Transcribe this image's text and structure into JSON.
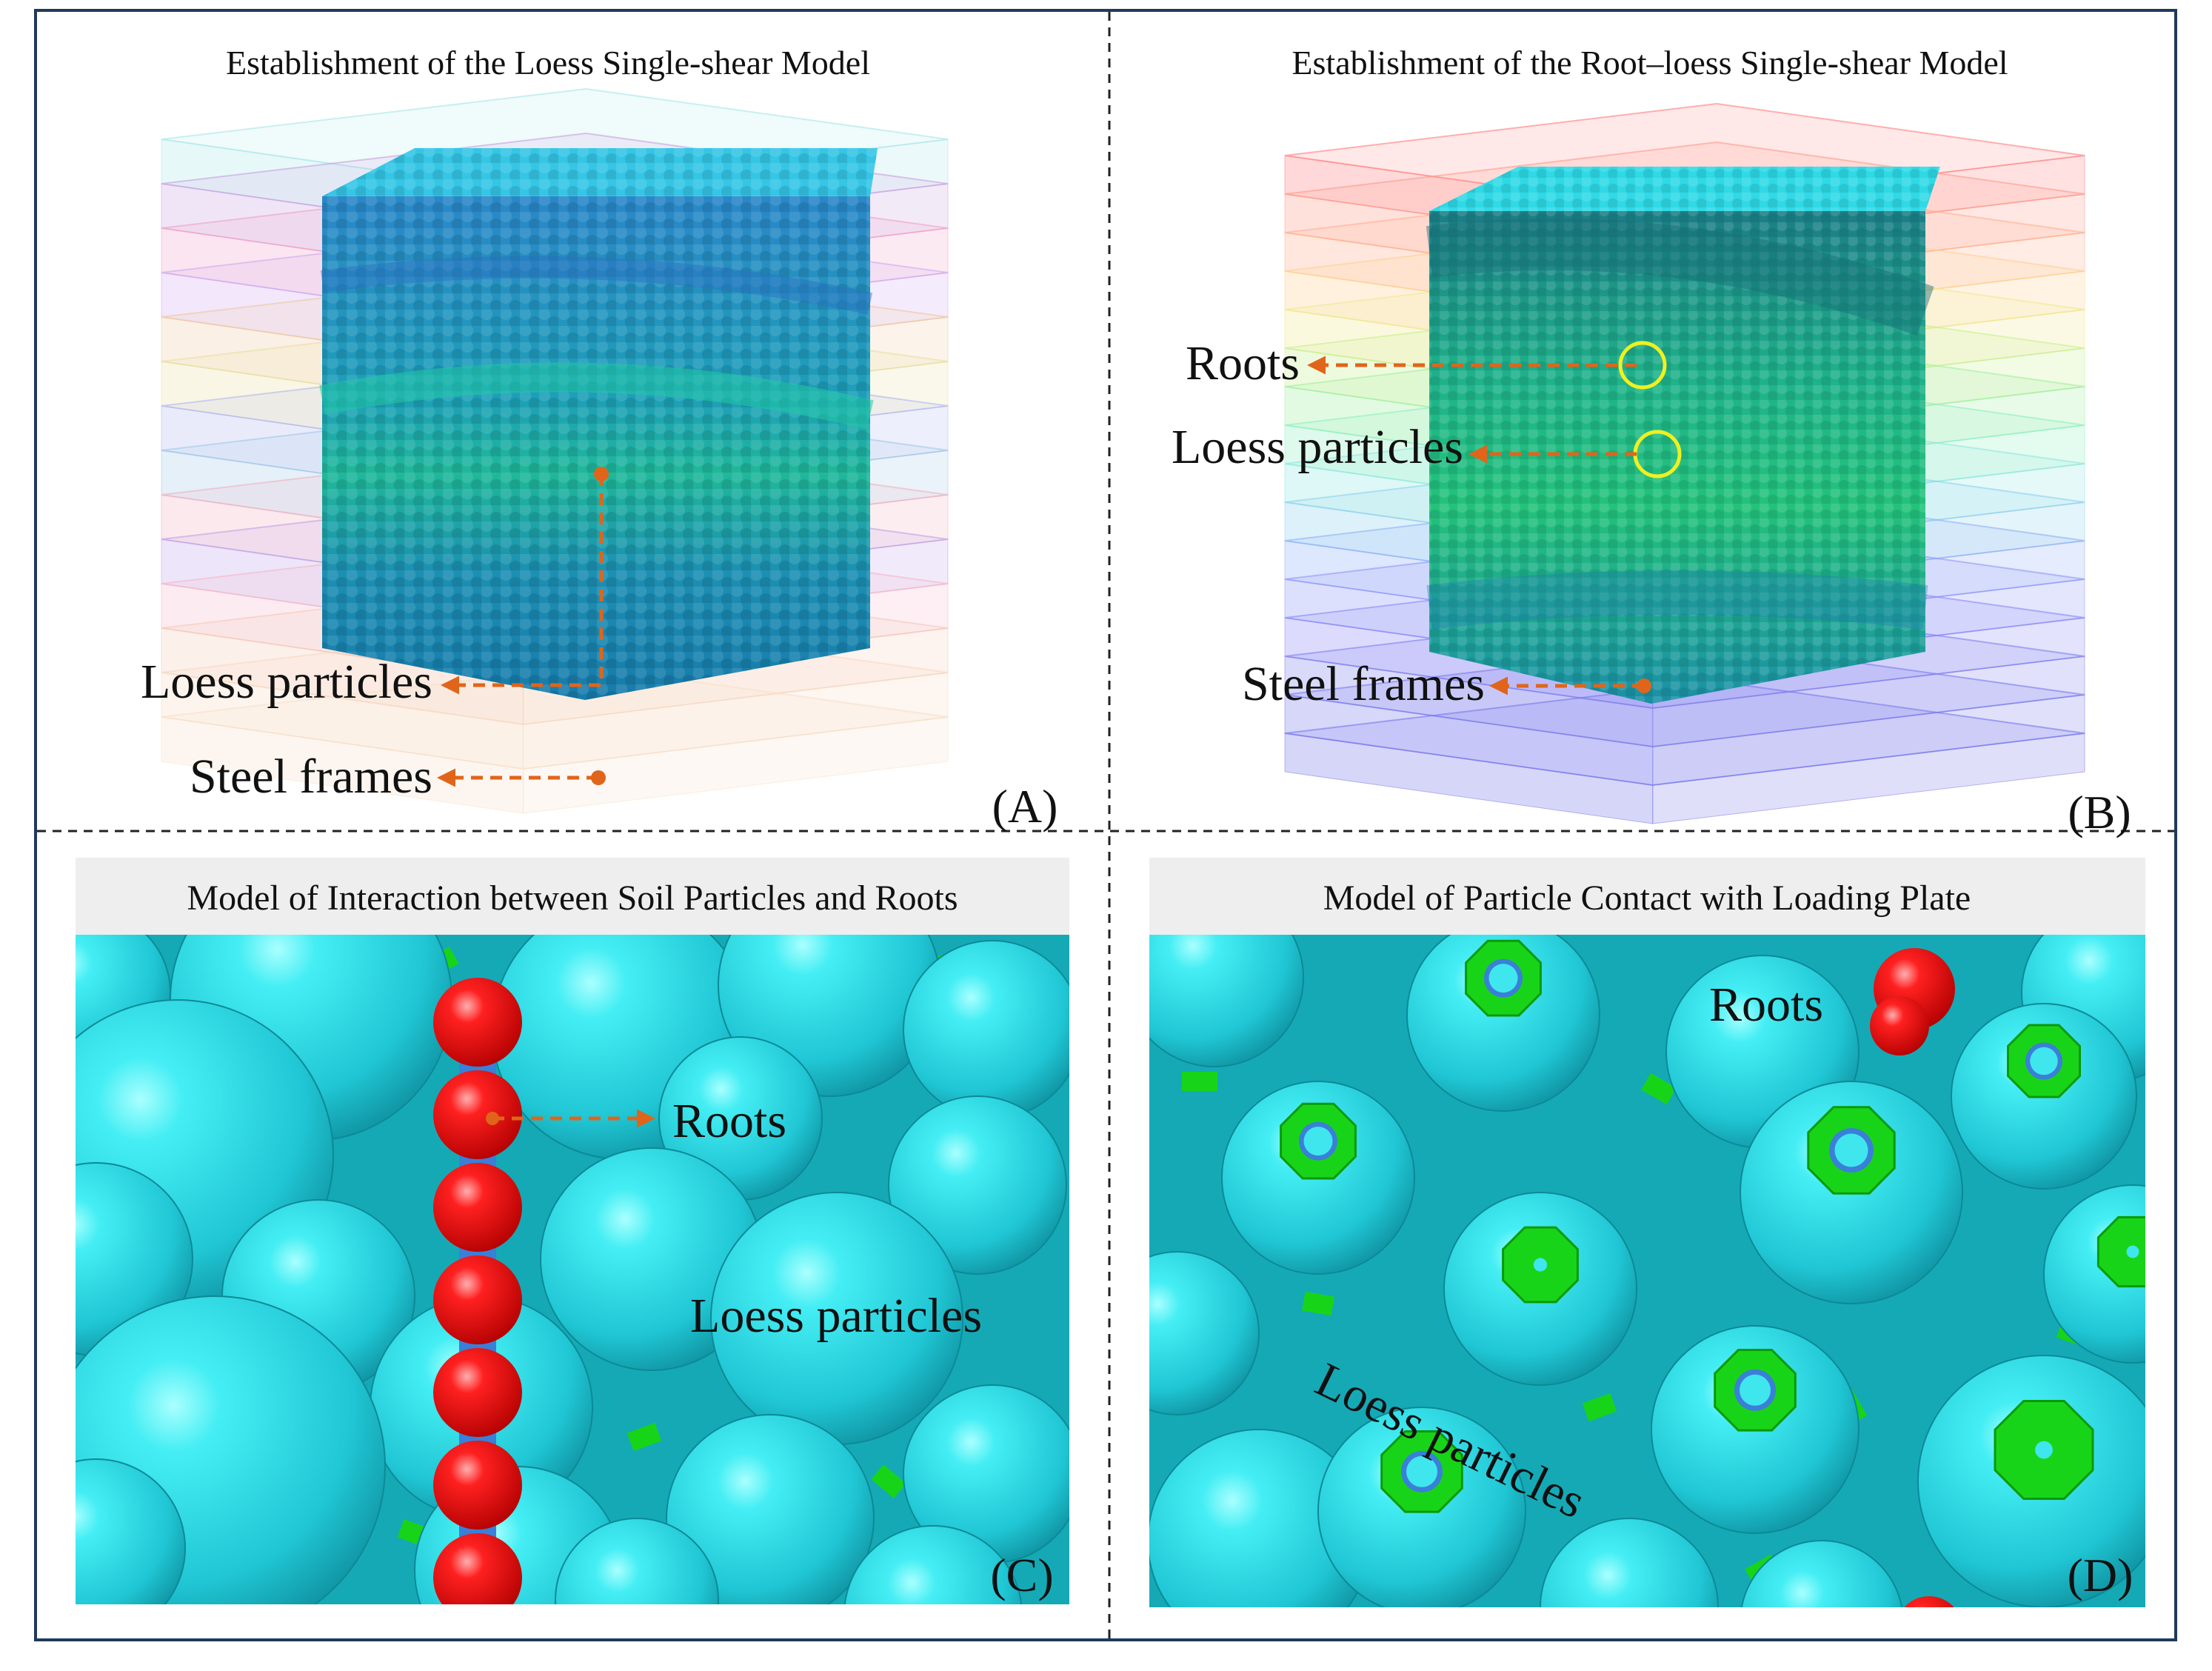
{
  "panels": {
    "a": {
      "title": "Establishment of the Loess Single-shear Model",
      "letter": "(A)",
      "labels": {
        "loess": "Loess particles",
        "steel": "Steel frames"
      }
    },
    "b": {
      "title": "Establishment of the Root–loess Single-shear Model",
      "letter": "(B)",
      "labels": {
        "roots": "Roots",
        "loess": "Loess particles",
        "steel": "Steel frames"
      }
    },
    "c": {
      "title": "Model of Interaction between Soil Particles and Roots",
      "letter": "(C)",
      "labels": {
        "roots": "Roots",
        "loess": "Loess particles"
      }
    },
    "d": {
      "title": "Model of Particle Contact with Loading Plate",
      "letter": "(D)",
      "labels": {
        "roots": "Roots",
        "loess": "Loess particles"
      }
    }
  },
  "colors": {
    "frame": "#1f3a5a",
    "arrow": "#e0651a",
    "particle": "#24c4d2",
    "particle_light": "#3fe6ee",
    "particle_top": "#3aaed8",
    "root": "#ff1010",
    "root_bond": "#3a7fd8",
    "contact": "#18d418",
    "highlight_circle": "#f0f020",
    "title_bar": "#eeeeee"
  }
}
